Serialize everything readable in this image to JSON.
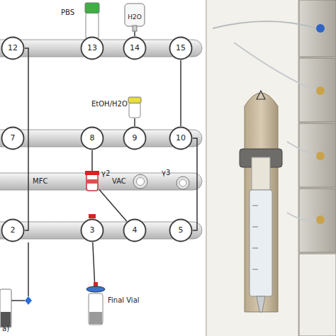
{
  "diagram": {
    "nodes": [
      {
        "text": [
          "PBS"
        ]
      },
      {
        "text": [
          "H2O"
        ]
      },
      {
        "text": [
          "12"
        ]
      },
      {
        "text": [
          "13"
        ]
      },
      {
        "text": [
          "14"
        ]
      },
      {
        "text": [
          "15"
        ]
      },
      {
        "text": [
          "EtOH/H2O"
        ]
      },
      {
        "text": [
          "7"
        ]
      },
      {
        "text": [
          "8"
        ]
      },
      {
        "text": [
          "9"
        ]
      },
      {
        "text": [
          "10"
        ]
      },
      {
        "text": [
          "γ2"
        ]
      },
      {
        "text": [
          "VAC"
        ]
      },
      {
        "text": [
          "γ3"
        ]
      },
      {
        "text": [
          "2"
        ]
      },
      {
        "text": [
          "3"
        ]
      },
      {
        "text": [
          "4"
        ]
      },
      {
        "text": [
          "5"
        ]
      },
      {
        "text": [
          "Final Vial"
        ]
      }
    ],
    "edges": [
      {
        "from": 0,
        "to": 3,
        "arrow": "none"
      },
      {
        "from": 1,
        "to": 4,
        "arrow": "none"
      },
      {
        "from": 6,
        "to": 9,
        "arrow": "none"
      },
      {
        "from": 5,
        "to": 10,
        "arrow": "none"
      },
      {
        "from": 10,
        "to": 17,
        "arrow": "none"
      },
      {
        "from": 8,
        "to": 11,
        "arrow": "none"
      },
      {
        "from": 11,
        "to": 16,
        "arrow": "none"
      },
      {
        "from": 15,
        "to": 18,
        "arrow": "none"
      },
      {
        "from": 2,
        "to": 14,
        "arrow": "none"
      }
    ],
    "labels": [
      "MFC",
      "a)"
    ]
  }
}
